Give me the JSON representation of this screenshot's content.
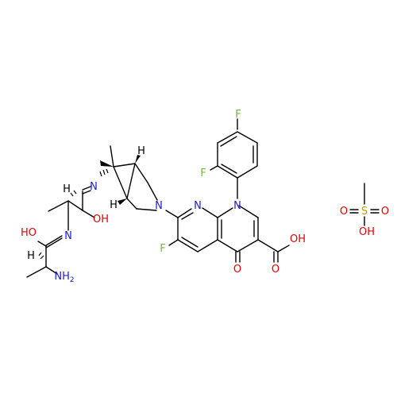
{
  "colors": {
    "carbon_bond": "#000000",
    "nitrogen": "#2020c8",
    "oxygen": "#e00000",
    "fluorine": "#7ab04a",
    "sulfur": "#b8a000",
    "background": "#ffffff"
  },
  "atoms": {
    "f_top": "F",
    "f_ortho": "F",
    "n1": "N",
    "n8": "N",
    "f6": "F",
    "o4": "O",
    "cooh_o": "O",
    "cooh_oh": "OH",
    "n_pyrrolidine": "N",
    "h_bridge_top": "H",
    "h_bridge_bottom": "H",
    "n_imine1": "N",
    "oh_imine1": "OH",
    "h_ala1": "H",
    "n_imine2": "N",
    "oh_imine2": "HO",
    "h_ala2": "H",
    "nh2": "NH",
    "nh2_sub": "2",
    "s_mesyl": "S",
    "o_mesyl_left": "O",
    "o_mesyl_right": "O",
    "oh_mesyl": "OH"
  }
}
